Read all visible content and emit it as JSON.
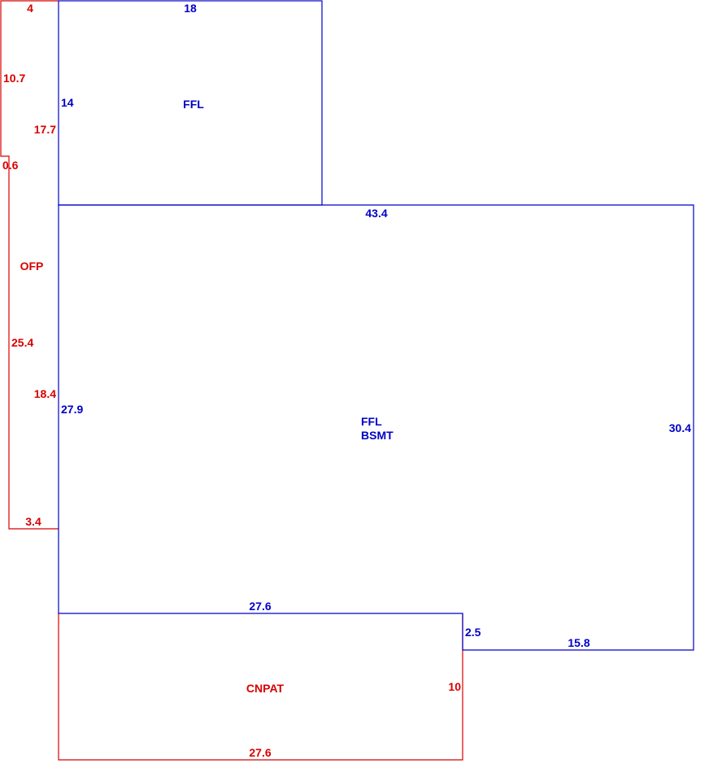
{
  "colors": {
    "living_area": "#0000c8",
    "exterior_area": "#d80000",
    "background": "#ffffff"
  },
  "areas": {
    "upper_ffl": {
      "label": "FFL",
      "dimensions": [
        "18",
        "14"
      ]
    },
    "main_ffl_bsmt": {
      "label_line1": "FFL",
      "label_line2": "BSMT",
      "dimensions": [
        "43.4",
        "27.9",
        "30.4",
        "27.6",
        "2.5",
        "15.8"
      ]
    },
    "ofp": {
      "label": "OFP",
      "dimensions": [
        "4",
        "10.7",
        "17.7",
        "0.6",
        "25.4",
        "18.4",
        "3.4"
      ]
    },
    "cnpat": {
      "label": "CNPAT",
      "dimensions": [
        "10",
        "27.6"
      ]
    }
  }
}
